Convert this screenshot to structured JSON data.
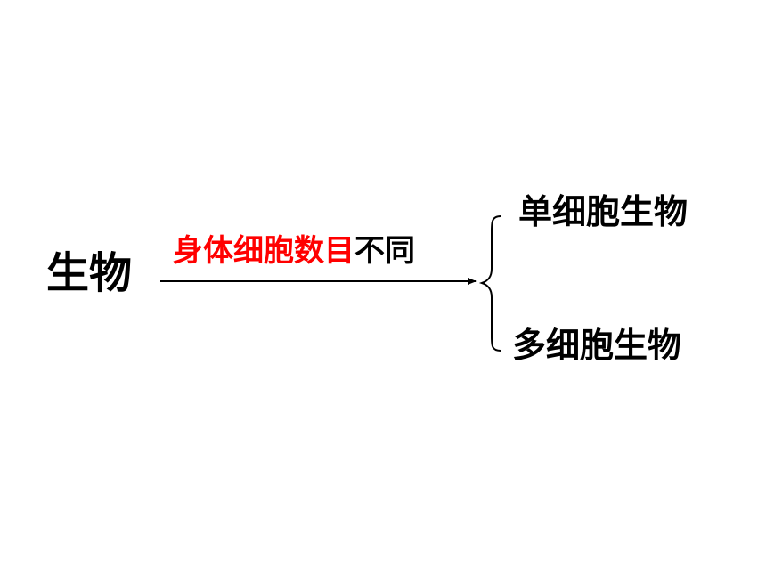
{
  "diagram": {
    "root": "生物",
    "edge_label": {
      "highlighted": "身体细胞数目",
      "plain": "不同"
    },
    "branches": [
      "单细胞生物",
      "多细胞生物"
    ]
  },
  "colors": {
    "text": "#000000",
    "highlight": "#ff0000",
    "background": "#ffffff"
  }
}
